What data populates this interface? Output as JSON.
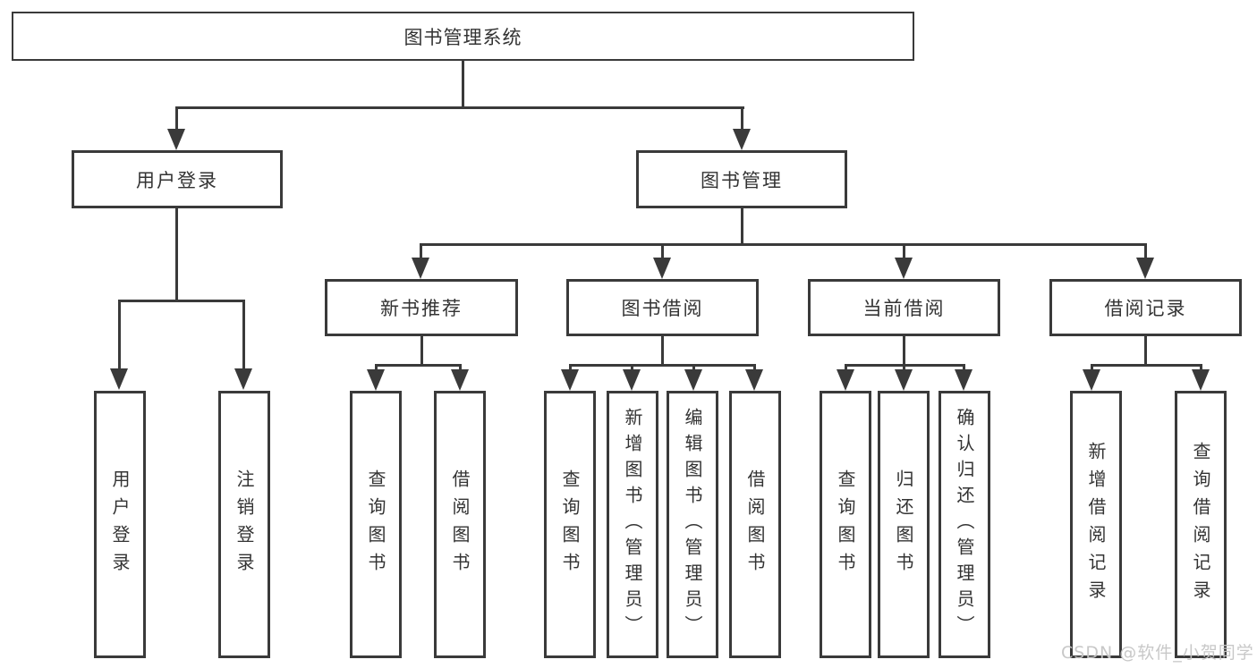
{
  "nodes": {
    "root": "图书管理系统",
    "user_login": "用户登录",
    "book_management": "图书管理",
    "new_book_recommend": "新书推荐",
    "book_borrow": "图书借阅",
    "current_borrow": "当前借阅",
    "borrow_record": "借阅记录",
    "leaf_user_login": "用户登录",
    "leaf_logout": "注销登录",
    "leaf_query_book_1": "查询图书",
    "leaf_borrow_book_1": "借阅图书",
    "leaf_query_book_2": "查询图书",
    "leaf_add_book_admin": "新增图书（管理员）",
    "leaf_edit_book_admin": "编辑图书（管理员）",
    "leaf_borrow_book_2": "借阅图书",
    "leaf_query_book_3": "查询图书",
    "leaf_return_book": "归还图书",
    "leaf_confirm_return_admin": "确认归还（管理员）",
    "leaf_add_borrow_record": "新增借阅记录",
    "leaf_query_borrow_record": "查询借阅记录"
  },
  "watermark": "CSDN @软件_小贺同学",
  "colors": {
    "line": "#3a3a3a",
    "text": "#333333",
    "watermark": "#c5c5c5",
    "background": "#ffffff"
  }
}
